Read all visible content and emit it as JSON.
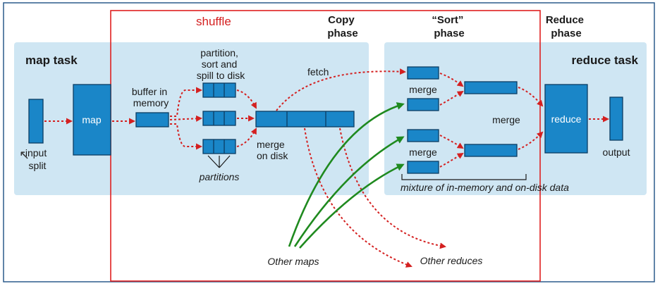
{
  "labels": {
    "map_task": "map task",
    "reduce_task": "reduce task",
    "shuffle": "shuffle",
    "copy_phase": [
      "Copy",
      "phase"
    ],
    "sort_phase": [
      "“Sort”",
      "phase"
    ],
    "reduce_phase": [
      "Reduce",
      "phase"
    ],
    "input_split": [
      "input",
      "split"
    ],
    "map": "map",
    "buffer": [
      "buffer in",
      "memory"
    ],
    "partition": [
      "partition,",
      "sort and",
      "spill to disk"
    ],
    "partitions": "partitions",
    "merge_on_disk": [
      "merge",
      "on disk"
    ],
    "fetch": "fetch",
    "merge_top": "merge",
    "merge_bottom": "merge",
    "merge_right": "merge",
    "mixture": "mixture of in-memory and on-disk data",
    "reduce": "reduce",
    "output": "output",
    "other_maps": "Other maps",
    "other_reduces": "Other reduces"
  },
  "colors": {
    "panel": "#cfe6f3",
    "box": "#1a86c8",
    "box_stroke": "#0b3d63",
    "red_arrow": "#d42020",
    "green_arrow": "#1f8a1f",
    "shuffle_border": "#e02020",
    "frame": "#2c5b8c"
  }
}
